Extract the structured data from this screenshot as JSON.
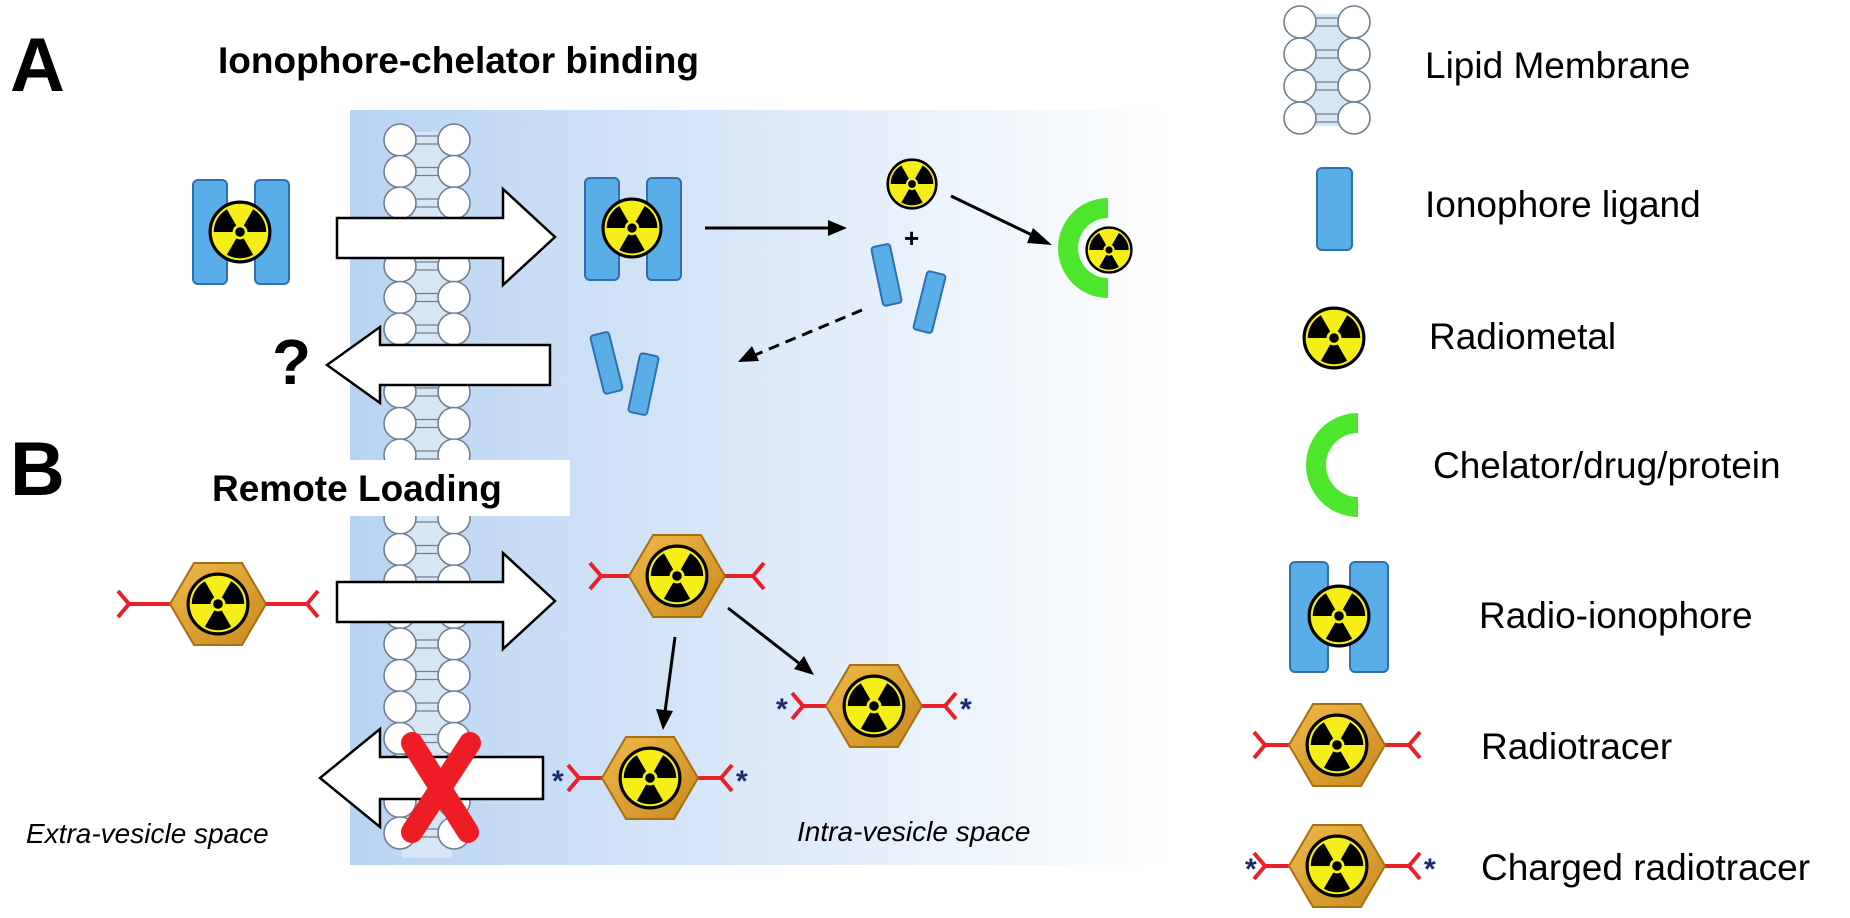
{
  "panels": {
    "a": {
      "letter": "A",
      "title": "Ionophore-chelator binding",
      "unknown_mark": "?",
      "plus_sign": "+"
    },
    "b": {
      "letter": "B",
      "title": "Remote Loading"
    }
  },
  "spaces": {
    "extra": "Extra-vesicle space",
    "intra": "Intra-vesicle space"
  },
  "legend": [
    {
      "key": "lipid-membrane",
      "label": "Lipid Membrane"
    },
    {
      "key": "ionophore-ligand",
      "label": "Ionophore ligand"
    },
    {
      "key": "radiometal",
      "label": "Radiometal"
    },
    {
      "key": "chelator",
      "label": "Chelator/drug/protein"
    },
    {
      "key": "radio-ionophore",
      "label": "Radio-ionophore"
    },
    {
      "key": "radiotracer",
      "label": "Radiotracer"
    },
    {
      "key": "charged-radiotracer",
      "label": "Charged radiotracer"
    }
  ],
  "colors": {
    "ionophore": "#5aaee8",
    "radiometal": "#f5ee19",
    "chelator": "#4ee62c",
    "tracer": "#e0a22c",
    "tracer_arm": "#e8202a",
    "charge_star": "#1a2a6e",
    "blocked_x": "#ee1c24",
    "intra_vesicle": "#bcd6f3"
  },
  "icons": [
    "radiation-symbol",
    "lipid-bilayer",
    "hexagon-tracer",
    "chelator-arc",
    "block-x"
  ]
}
